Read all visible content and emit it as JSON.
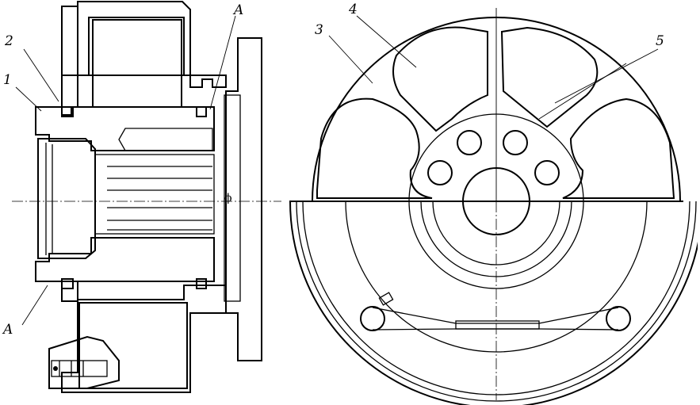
{
  "labels": {
    "l1": "1",
    "l2": "2",
    "l3": "3",
    "l4": "4",
    "l5": "5",
    "a_top": "A",
    "a_bottom": "A",
    "phi": "ϕ"
  }
}
